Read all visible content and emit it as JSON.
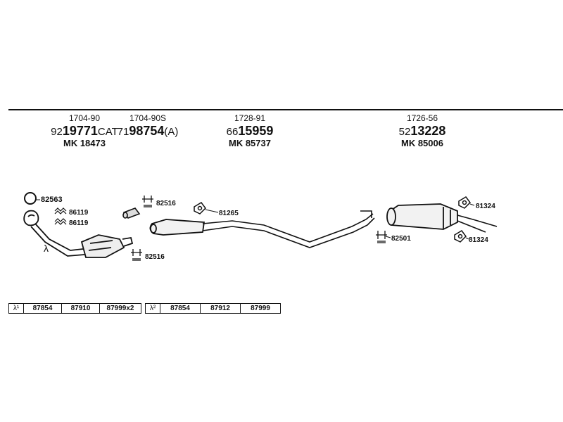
{
  "headers": [
    {
      "code": "1704-90",
      "prefix": "92",
      "number": "19771",
      "suffix": "CAT",
      "mk": "MK 18473"
    },
    {
      "code": "1704-90S",
      "prefix": "71",
      "number": "98754",
      "suffix": "(A)",
      "mk": ""
    },
    {
      "code": "1728-91",
      "prefix": "66",
      "number": "15959",
      "suffix": "",
      "mk": "MK 85737"
    },
    {
      "code": "1726-56",
      "prefix": "52",
      "number": "13228",
      "suffix": "",
      "mk": "MK 85006"
    }
  ],
  "labels": {
    "ring_82563": "82563",
    "clip_86119_a": "86119",
    "clip_86119_b": "86119",
    "lambda": "λ",
    "clamp_82516_top": "82516",
    "clamp_82516_bottom": "82516",
    "mount_81265": "81265",
    "clamp_82501": "82501",
    "mount_81324_top": "81324",
    "mount_81324_bottom": "81324"
  },
  "tables": [
    {
      "symbol": "λ¹",
      "cells": [
        "87854",
        "87910",
        "87999x2"
      ]
    },
    {
      "symbol": "λ²",
      "cells": [
        "87854",
        "87912",
        "87999"
      ]
    }
  ]
}
